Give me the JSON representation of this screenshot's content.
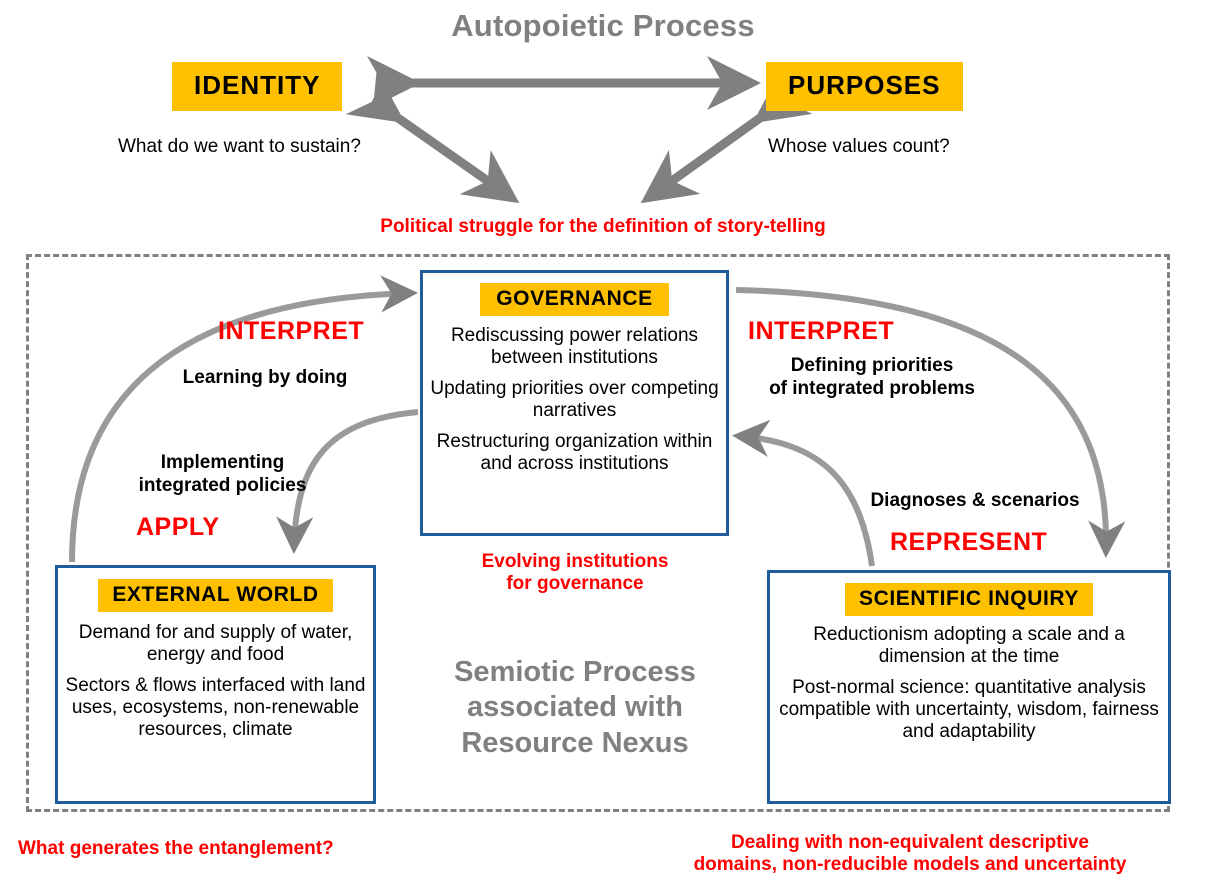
{
  "diagram": {
    "title": "Autopoietic Process",
    "center_caption": "Semiotic Process associated with Resource Nexus",
    "center_caption_lines": [
      "Semiotic Process",
      "associated with",
      "Resource Nexus"
    ],
    "colors": {
      "node_highlight": "#FFC000",
      "box_border": "#1F5C99",
      "arrow": "#808080",
      "annotation_red": "#FF0000",
      "grey_text": "#808080",
      "frame_dashed": "#808080",
      "background": "#FFFFFF"
    }
  },
  "top": {
    "identity": {
      "label": "IDENTITY",
      "question": "What do we want to sustain?"
    },
    "purposes": {
      "label": "PURPOSES",
      "question": "Whose values count?"
    },
    "struggle_note": "Political struggle for the definition of story-telling"
  },
  "nodes": {
    "governance": {
      "label": "GOVERNANCE",
      "lines": [
        "Rediscussing power relations between institutions",
        "Updating priorities over competing narratives",
        "Restructuring organization within and across institutions"
      ]
    },
    "external_world": {
      "label": "EXTERNAL WORLD",
      "lines": [
        "Demand for and supply of water, energy and food",
        "Sectors & flows interfaced with land uses, ecosystems, non-renewable resources, climate"
      ]
    },
    "scientific_inquiry": {
      "label": "SCIENTIFIC INQUIRY",
      "lines": [
        "Reductionism adopting a scale and a dimension at the time",
        "Post-normal science: quantitative analysis compatible with uncertainty, wisdom, fairness and adaptability"
      ]
    }
  },
  "flows": {
    "interpret_left": {
      "step": "INTERPRET",
      "note": "Learning by doing"
    },
    "apply": {
      "step": "APPLY",
      "note_line1": "Implementing",
      "note_line2": "integrated policies"
    },
    "interpret_right": {
      "step": "INTERPRET",
      "note_line1": "Defining priorities",
      "note_line2": "of integrated problems"
    },
    "represent": {
      "step": "REPRESENT",
      "note": "Diagnoses & scenarios"
    }
  },
  "annotations": {
    "evolving_line1": "Evolving institutions",
    "evolving_line2": "for governance",
    "entanglement": "What generates the entanglement?",
    "dealing_line1": "Dealing with non-equivalent descriptive",
    "dealing_line2": "domains, non-reducible models and uncertainty"
  }
}
